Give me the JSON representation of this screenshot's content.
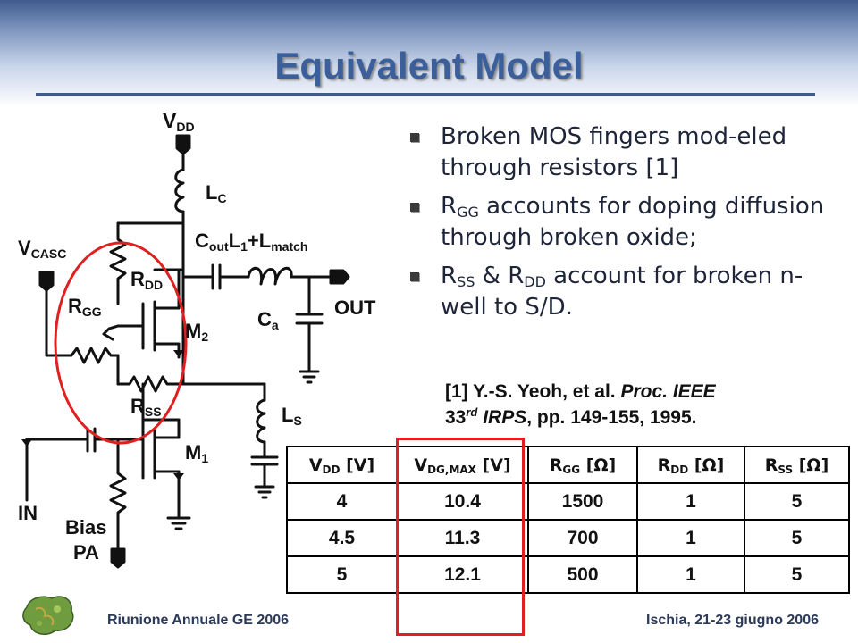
{
  "title": "Equivalent Model",
  "bullets": [
    {
      "pre": "Broken MOS fingers mod-eled through resistors [1]",
      "sub": "",
      "post": ""
    },
    {
      "pre": "R",
      "sub": "GG",
      "post": " accounts for doping diffusion through broken oxide;"
    },
    {
      "pre": "R",
      "sub": "SS",
      "post": " & R",
      "sub2": "DD",
      "post2": " account for broken n-well to S/D."
    }
  ],
  "reference": {
    "line1_pre": "[1] Y.-S. Yeoh, et al. ",
    "line1_italic": "Proc. IEEE",
    "line2_num": "33",
    "line2_sup": "rd",
    "line2_italic": " IRPS",
    "line2_post": ", pp. 149-155, 1995."
  },
  "schematic_labels": {
    "vdd": "V",
    "vdd_sub": "DD",
    "lc": "L",
    "lc_sub": "C",
    "vcasc": "V",
    "vcasc_sub": "CASC",
    "cout": "C",
    "cout_sub": "out",
    "l1": "L",
    "l1_sub": "1",
    "l1_mid": "+L",
    "l1_sub2": "match",
    "rdd": "R",
    "rdd_sub": "DD",
    "rgg": "R",
    "rgg_sub": "GG",
    "out": "OUT",
    "ca": "C",
    "ca_sub": "a",
    "m2": "M",
    "m2_sub": "2",
    "rss": "R",
    "rss_sub": "SS",
    "ls": "L",
    "ls_sub": "S",
    "m1": "M",
    "m1_sub": "1",
    "in": "IN",
    "bias1": "Bias",
    "bias2": "PA"
  },
  "table": {
    "headers": [
      {
        "main": "V",
        "sub": "DD",
        "post": " [V]"
      },
      {
        "main": "V",
        "sub": "DG,MAX",
        "post": " [V]"
      },
      {
        "main": "R",
        "sub": "GG",
        "post": " [Ω]"
      },
      {
        "main": "R",
        "sub": "DD",
        "post": " [Ω]"
      },
      {
        "main": "R",
        "sub": "SS",
        "post": " [Ω]"
      }
    ],
    "rows": [
      [
        "4",
        "10.4",
        "1500",
        "1",
        "5"
      ],
      [
        "4.5",
        "11.3",
        "700",
        "1",
        "5"
      ],
      [
        "5",
        "12.1",
        "500",
        "1",
        "5"
      ]
    ]
  },
  "footer": {
    "left": "Riunione Annuale GE 2006",
    "right": "Ischia, 21-23 giugno 2006"
  },
  "colors": {
    "title": "#3a5f9a",
    "highlight": "#e02020",
    "header_band": "#3f5b8e"
  }
}
